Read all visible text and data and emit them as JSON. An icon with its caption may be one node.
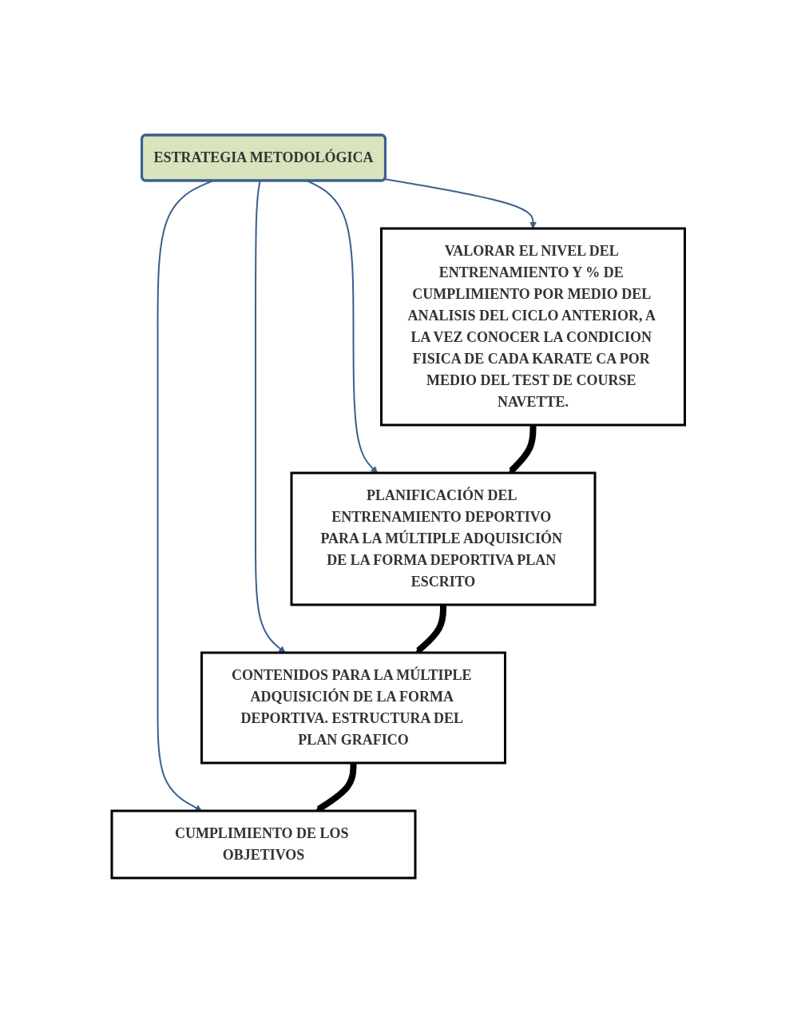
{
  "diagram": {
    "nodes": [
      {
        "text": [
          "ESTRATEGIA METODOLÓGICA"
        ]
      },
      {
        "text": [
          "VALORAR EL NIVEL DEL ENTRENAMIENTO Y % DE CUMPLIMIENTO POR MEDIO DEL ANALISIS DEL CICLO ANTERIOR, A LA VEZ CONOCER LA CONDICION FISICA DE CADA KARATE CA POR MEDIO DEL TEST DE COURSE NAVETTE."
        ]
      },
      {
        "text": [
          "PLANIFICACIÓN DEL ENTRENAMIENTO DEPORTIVO PARA LA MÚLTIPLE ADQUISICIÓN DE LA FORMA DEPORTIVA PLAN ESCRITO"
        ]
      },
      {
        "text": [
          "CONTENIDOS PARA LA MÚLTIPLE ADQUISICIÓN DE LA FORMA DEPORTIVA. ESTRUCTURA DEL PLAN GRAFICO"
        ]
      },
      {
        "text": [
          "CUMPLIMIENTO DE LOS OBJETIVOS"
        ]
      }
    ],
    "edges": [
      {
        "from": 0,
        "to": 1,
        "arrow": "to"
      },
      {
        "from": 0,
        "to": 2,
        "arrow": "to"
      },
      {
        "from": 0,
        "to": 3,
        "arrow": "to"
      },
      {
        "from": 0,
        "to": 4,
        "arrow": "to"
      },
      {
        "from": 1,
        "to": 2,
        "arrow": "to",
        "style": "thick",
        "color": "#000000"
      },
      {
        "from": 2,
        "to": 3,
        "arrow": "to",
        "style": "thick",
        "color": "#000000"
      },
      {
        "from": 3,
        "to": 4,
        "arrow": "to",
        "style": "thick",
        "color": "#000000"
      }
    ]
  }
}
